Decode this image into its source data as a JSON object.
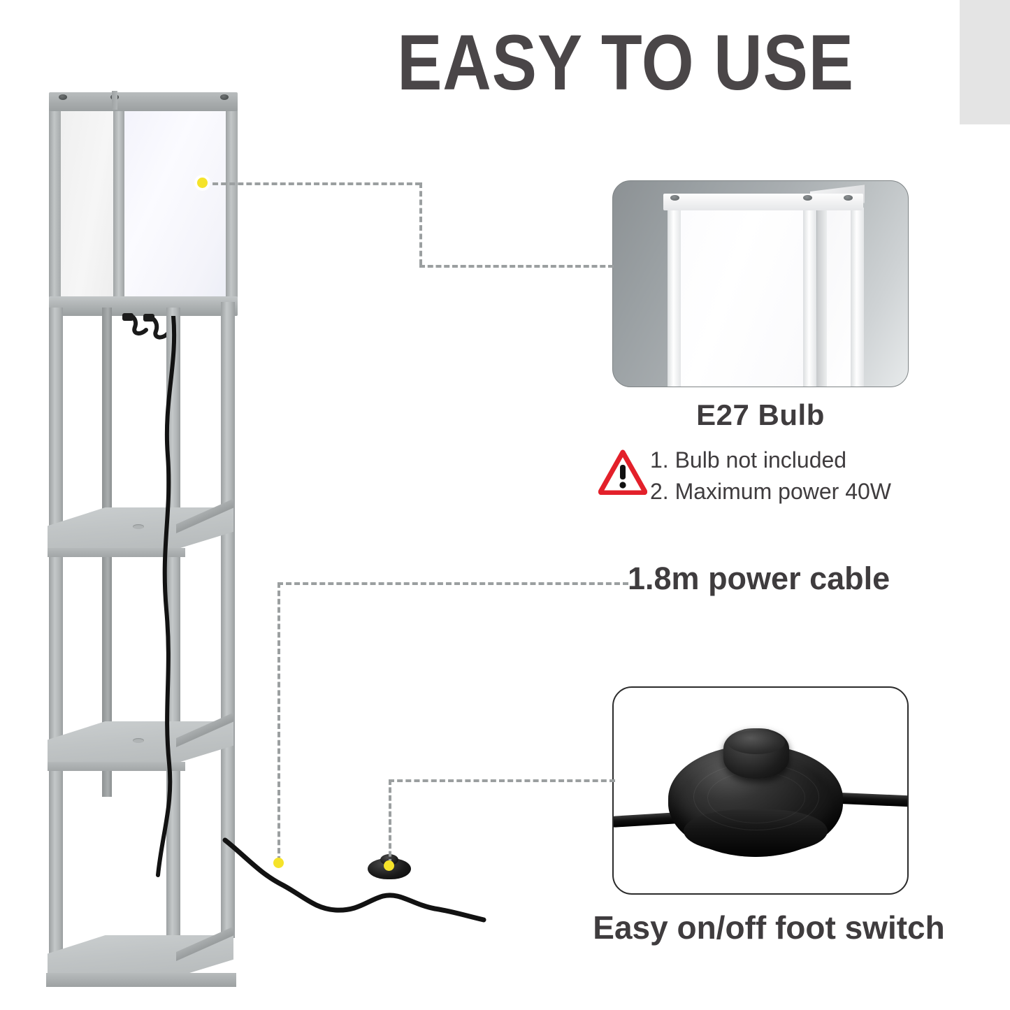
{
  "page": {
    "headline": "EASY TO USE",
    "background_color": "#ffffff",
    "text_color": "#3f3c3e",
    "accent_dot_color": "#f5e32a",
    "leader_color": "#9b9fa0",
    "warning_color": "#e3202a",
    "frame_color": "#b8bcbd"
  },
  "callouts": {
    "bulb": {
      "title": "E27 Bulb",
      "notes": [
        "1. Bulb not included",
        "2. Maximum power 40W"
      ],
      "warning_icon": "warning-triangle-icon",
      "inset_image": "lamp-shade-closeup"
    },
    "cable": {
      "label": "1.8m power cable"
    },
    "switch": {
      "label": "Easy on/off foot switch",
      "inset_image": "foot-switch-closeup"
    }
  },
  "product": {
    "name": "shelf-floor-lamp",
    "shade": "fabric-shade",
    "shelf_count": 3
  }
}
